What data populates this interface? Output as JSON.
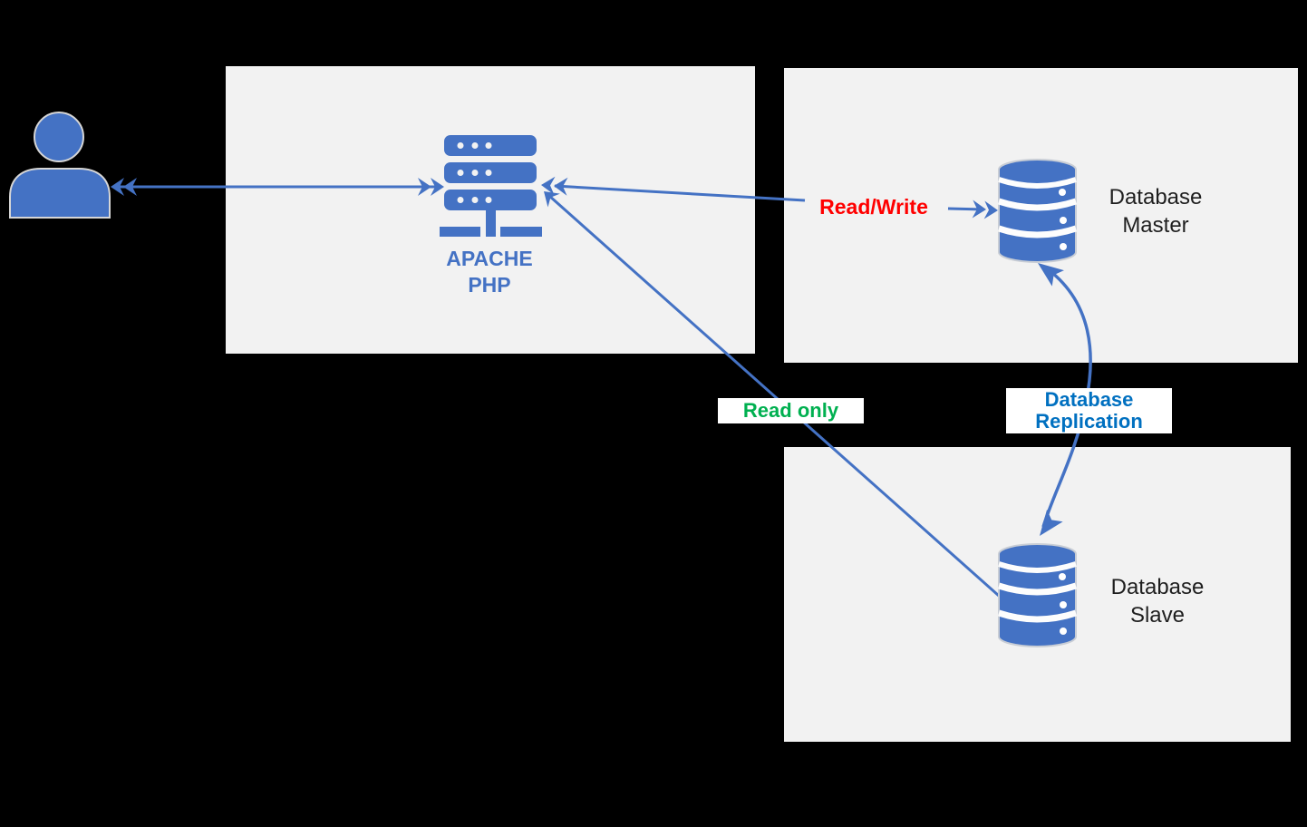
{
  "diagram": {
    "title": "",
    "background_color": "#000000",
    "panel_color": "#f2f2f2",
    "accent_blue": "#4472c4",
    "nodes": {
      "user": {
        "icon": "user-icon"
      },
      "apache": {
        "icon": "server-stack-icon",
        "line1": "APACHE",
        "line2": "PHP",
        "text_color": "#4472c4"
      },
      "database_master": {
        "icon": "database-cylinder-icon",
        "line1": "Database",
        "line2": "Master",
        "text_color": "#1f1f1f"
      },
      "database_slave": {
        "icon": "database-cylinder-icon",
        "line1": "Database",
        "line2": "Slave",
        "text_color": "#1f1f1f"
      }
    },
    "edges": {
      "user_apache": {
        "style": "double-chevron-both-ends",
        "color": "#4472c4"
      },
      "master_apache": {
        "label": "Read/Write",
        "label_color": "#ff0000",
        "style": "double-chevron-both-ends",
        "color": "#4472c4"
      },
      "slave_apache": {
        "label": "Read only",
        "label_color": "#00b050",
        "label_background": "#ffffff",
        "style": "single-chevron-at-apache",
        "color": "#4472c4"
      },
      "replication": {
        "label_line1": "Database",
        "label_line2": "Replication",
        "label_color": "#0070c0",
        "label_background": "#ffffff",
        "style": "curved-arrow-master-and-slave",
        "color": "#4472c4"
      }
    }
  }
}
